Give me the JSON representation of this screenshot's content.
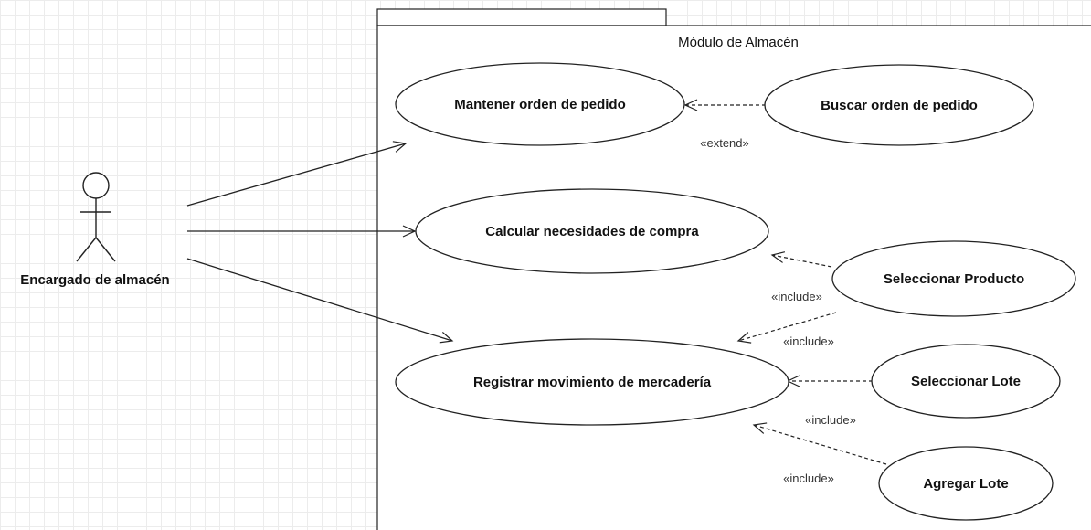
{
  "package": {
    "name": "Módulo de Almacén"
  },
  "actor": {
    "name": "Encargado de almacén"
  },
  "use_cases": {
    "mantener": "Mantener orden de pedido",
    "buscar": "Buscar orden de pedido",
    "calcular": "Calcular necesidades de compra",
    "seleccionar_producto": "Seleccionar Producto",
    "registrar": "Registrar movimiento de mercadería",
    "seleccionar_lote": "Seleccionar Lote",
    "agregar_lote": "Agregar Lote"
  },
  "relations": {
    "extend": "«extend»",
    "include_1": "«include»",
    "include_2": "«include»",
    "include_3": "«include»",
    "include_4": "«include»"
  }
}
